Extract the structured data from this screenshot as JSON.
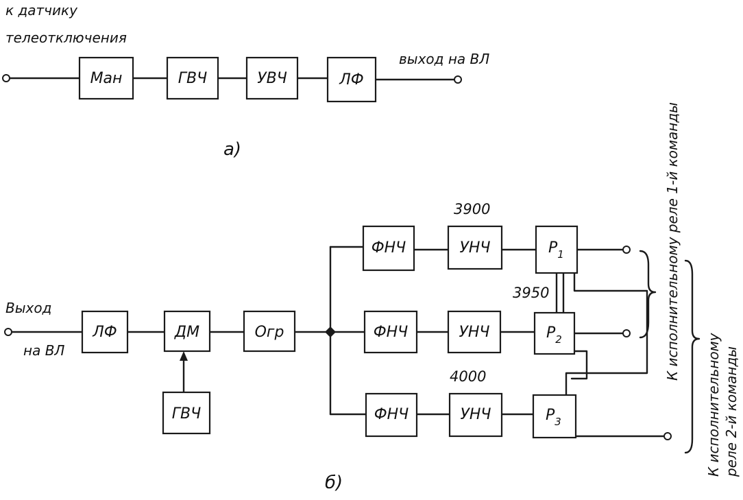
{
  "part_a": {
    "input_note_line1": "к датчику",
    "input_note_line2": "телеотключения",
    "output_note": "выход на ВЛ",
    "blocks": [
      "Ман",
      "ГВЧ",
      "УВЧ",
      "ЛФ"
    ],
    "caption": "а)"
  },
  "part_b": {
    "input_note_line1": "Выход",
    "input_note_line2": "на ВЛ",
    "chain_blocks": [
      "ЛФ",
      "ДМ",
      "Огр"
    ],
    "oscillator": "ГВЧ",
    "branches": [
      {
        "freq": "3900",
        "filter": "ФНЧ",
        "amp": "УНЧ",
        "relay": "Р",
        "sub": "1"
      },
      {
        "freq": "3950",
        "filter": "ФНЧ",
        "amp": "УНЧ",
        "relay": "Р",
        "sub": "2"
      },
      {
        "freq": "4000",
        "filter": "ФНЧ",
        "amp": "УНЧ",
        "relay": "Р",
        "sub": "3"
      }
    ],
    "output_note_1": "К исполнительному реле 1-й команды",
    "output_note_2_line1": "К исполнительному",
    "output_note_2_line2": "реле 2-й команды",
    "caption": "б)"
  }
}
